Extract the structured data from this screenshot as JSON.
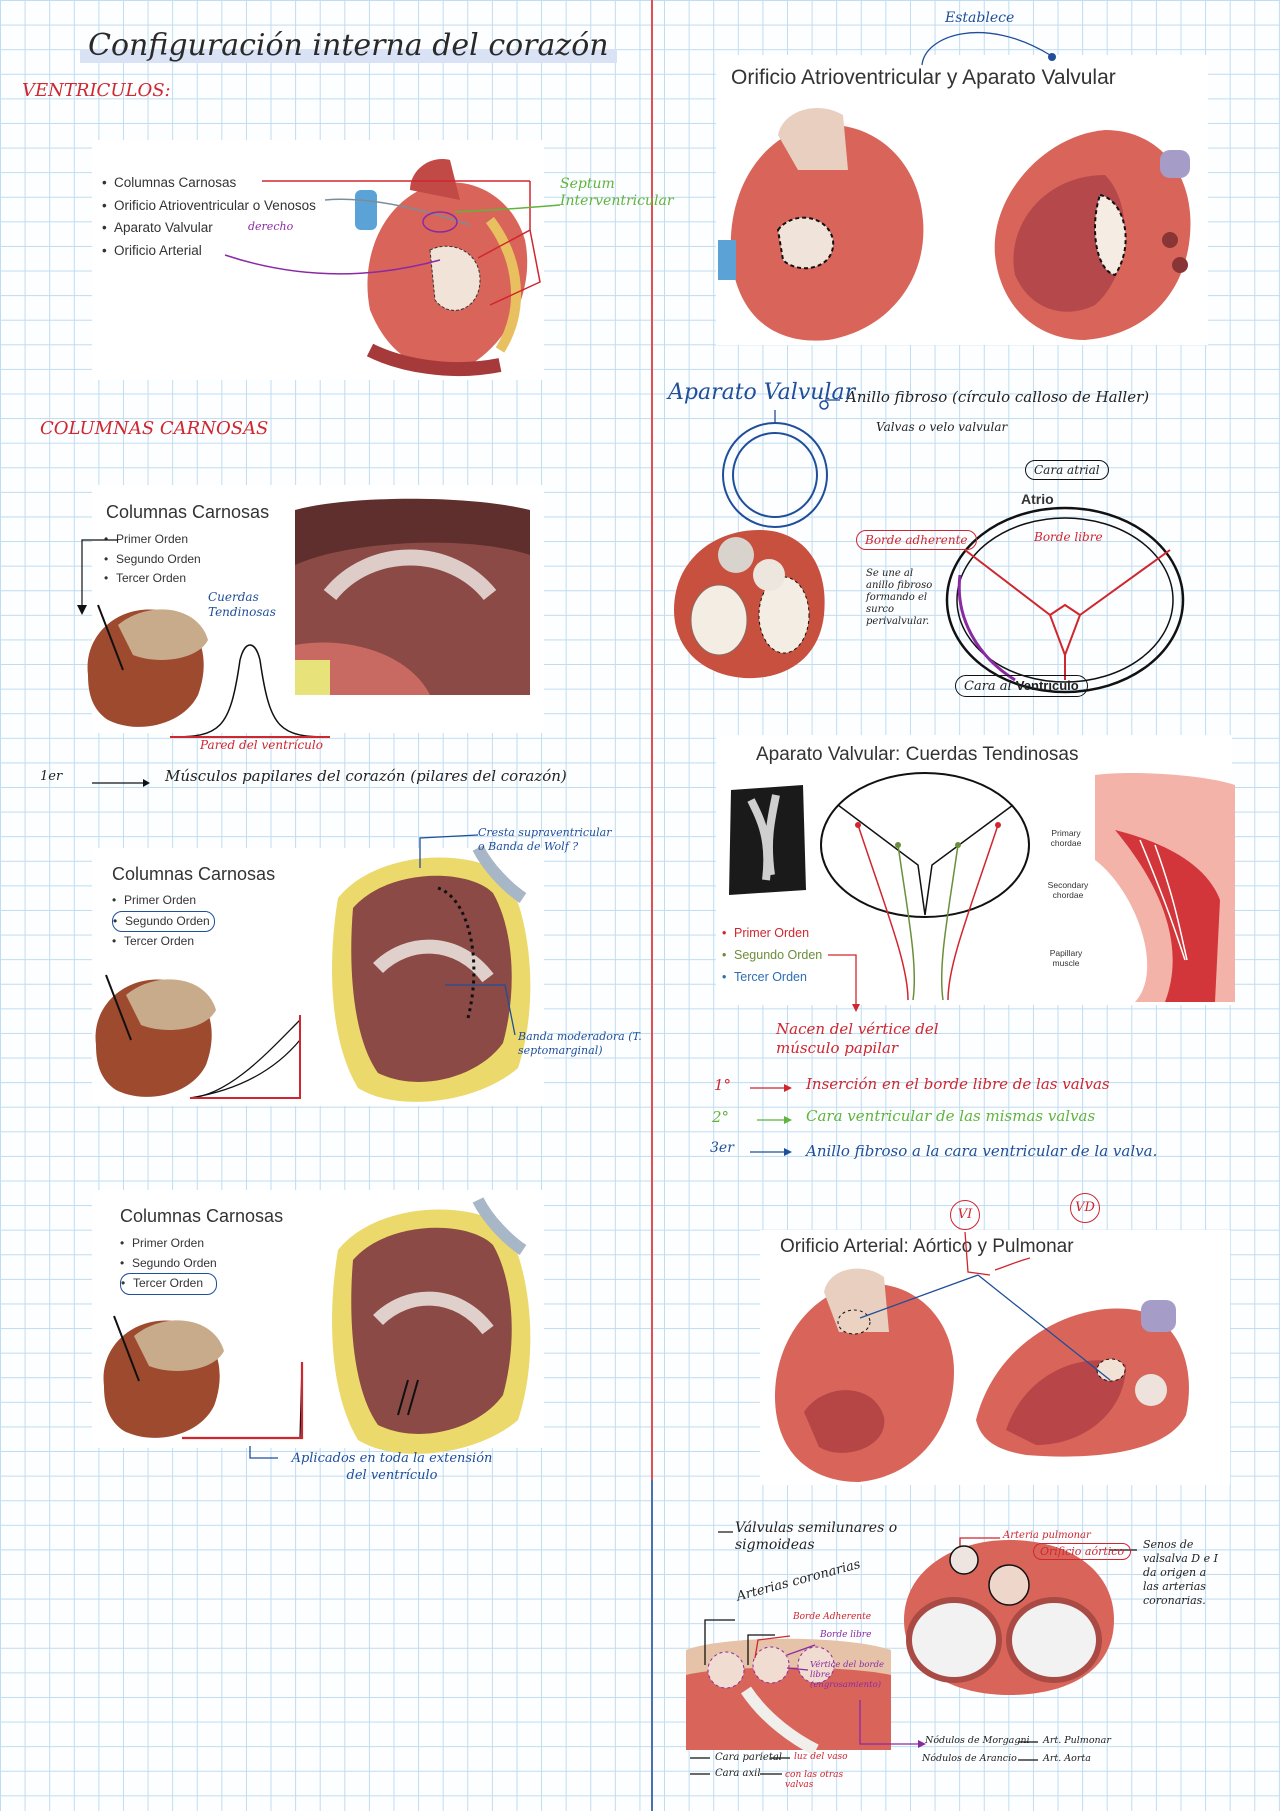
{
  "page": {
    "title": "Configuración interna del corazón",
    "section_ventriculos": "VENTRICULOS:",
    "section_columnas": "COLUMNAS CARNOSAS"
  },
  "card_intro": {
    "items": [
      "Columnas Carnosas",
      "Orificio Atrioventricular o Venosos",
      "Aparato Valvular",
      "Orificio Arterial"
    ],
    "note_septum": "Septum Interventricular",
    "note_derecho": "derecho"
  },
  "card_columnas_1": {
    "title": "Columnas Carnosas",
    "items": [
      "Primer Orden",
      "Segundo Orden",
      "Tercer Orden"
    ],
    "note_cuerdas": "Cuerdas Tendinosas",
    "note_pared": "Pared del ventrículo",
    "note_primer_prefix": "1er",
    "note_primer": "Músculos papilares del corazón (pilares del corazón)"
  },
  "card_columnas_2": {
    "title": "Columnas Carnosas",
    "items": [
      "Primer Orden",
      "Segundo Orden",
      "Tercer Orden"
    ],
    "note_cresta": "Cresta supraventricular o Banda de Wolf ?",
    "note_banda": "Banda moderadora (T. septomarginal)"
  },
  "card_columnas_3": {
    "title": "Columnas Carnosas",
    "items": [
      "Primer Orden",
      "Segundo Orden",
      "Tercer Orden"
    ],
    "note_aplicados": "Aplicados en toda la extensión del ventrículo"
  },
  "card_orificio_av": {
    "title": "Orificio Atrioventricular y Aparato Valvular",
    "note_establece": "Establece"
  },
  "aparato_valvular": {
    "heading": "Aparato Valvular",
    "anillo": "Anillo fibroso (círculo calloso de Haller)",
    "valvas": "Valvas o velo valvular",
    "cara_atrial": "Cara atrial",
    "atrio": "Atrio",
    "borde_adherente": "Borde adherente",
    "borde_libre": "Borde libre",
    "une_anillo": "Se une al anillo fibroso formando el surco perivalvular.",
    "cara_ventriculo": "Cara al",
    "ventriculo": "Ventrículo"
  },
  "card_cuerdas": {
    "title": "Aparato Valvular: Cuerdas Tendinosas",
    "legend": [
      "Primer Orden",
      "Segundo Orden",
      "Tercer Orden"
    ],
    "legend_colors": [
      "#d0262d",
      "#6b8e3a",
      "#2e6db4"
    ],
    "labels": [
      "Primary chordae",
      "Secondary chordae",
      "Papillary muscle"
    ],
    "nacen": "Nacen del vértice del músculo papilar",
    "rows": [
      {
        "n": "1°",
        "text": "Inserción en el borde libre de las valvas"
      },
      {
        "n": "2°",
        "text": "Cara ventricular de las mismas valvas"
      },
      {
        "n": "3er",
        "text": "Anillo fibroso a la cara ventricular de la valva."
      }
    ]
  },
  "card_arterial": {
    "title": "Orificio Arterial: Aórtico y Pulmonar",
    "vi": "VI",
    "vd": "VD"
  },
  "semilunares": {
    "valvulas": "Válvulas semilunares o sigmoideas",
    "arterias": "Arterias coronarias",
    "borde_adherente": "Borde Adherente",
    "borde_libre": "Borde libre",
    "vertice": "Vértice del borde libre (engrosamiento)",
    "cara_parietal": "Cara parietal",
    "cara_parietal_note": "luz del vaso",
    "cara_axil": "Cara axil",
    "cara_axil_note": "con las otras valvas",
    "arteria_pulmonar": "Arteria pulmonar",
    "orificio_aortico": "Orificio aórtico",
    "senos": "Senos de valsalva D e I da origen a las arterias coronarias.",
    "nodulos_morgagni": "Nódulos de Morgagni",
    "art_pulmonar": "Art. Pulmonar",
    "nodulos_arancio": "Nódulos de Arancio",
    "art_aorta": "Art. Aorta"
  }
}
